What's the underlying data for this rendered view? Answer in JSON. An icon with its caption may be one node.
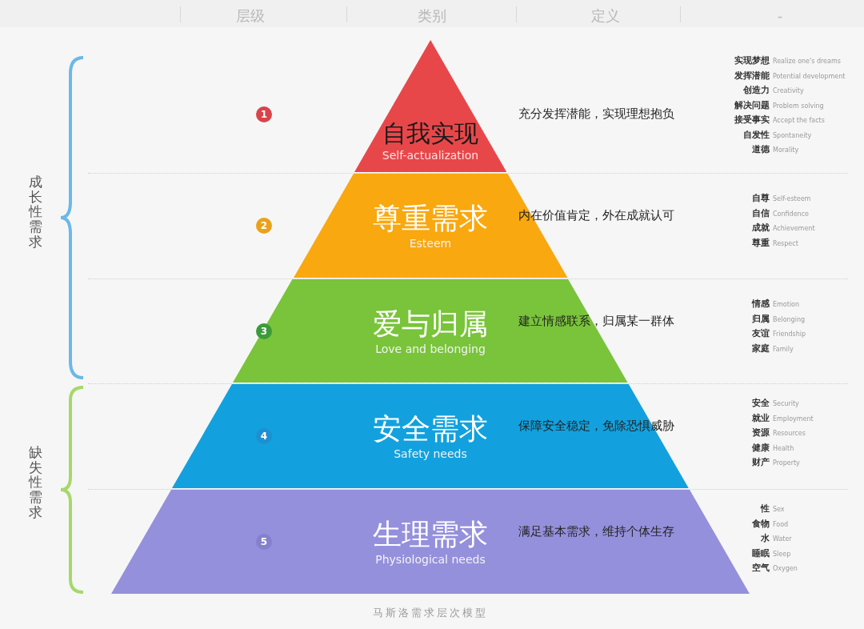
{
  "diagram": {
    "caption": "马斯洛需求层次模型",
    "nodes": [
      {
        "text": [
          "自我实现",
          "Self-actualization"
        ],
        "beside": [
          "充分发挥潜能，实现理想抱负"
        ]
      },
      {
        "text": [
          "尊重需求",
          "Esteem",
          "内在价值肯定，外在成就认可"
        ]
      },
      {
        "text": [
          "爱与归属",
          "Love and belonging",
          "建立情感联系，归属某一群体"
        ]
      },
      {
        "text": [
          "安全需求",
          "Safety needs",
          "保障安全稳定，免除恐惧威胁"
        ]
      },
      {
        "text": [
          "生理需求",
          "Physiological needs",
          "满足基本需求，维持个体生存"
        ]
      }
    ],
    "edges": [],
    "labels": [
      "层级",
      "类别",
      "定义",
      "-",
      "成长性需求",
      "缺失性需求",
      "1",
      "2",
      "3",
      "4",
      "5",
      "实现梦想",
      "Realize one's dreams",
      "发挥潜能",
      "Potential development",
      "创造力",
      "Creativity",
      "解决问题",
      "Problem solving",
      "接受事实",
      "Accept the facts",
      "自发性",
      "Spontaneity",
      "道德",
      "Morality",
      "自尊",
      "Self-esteem",
      "自信",
      "Confidence",
      "成就",
      "Achievement",
      "尊重",
      "Respect",
      "情感",
      "Emotion",
      "归属",
      "Belonging",
      "友谊",
      "Friendship",
      "家庭",
      "Family",
      "安全",
      "Security",
      "就业",
      "Employment",
      "资源",
      "Resources",
      "健康",
      "Health",
      "财产",
      "Property",
      "性",
      "Sex",
      "食物",
      "Food",
      "水",
      "Water",
      "睡眠",
      "Sleep",
      "空气",
      "Oxygen"
    ]
  }
}
